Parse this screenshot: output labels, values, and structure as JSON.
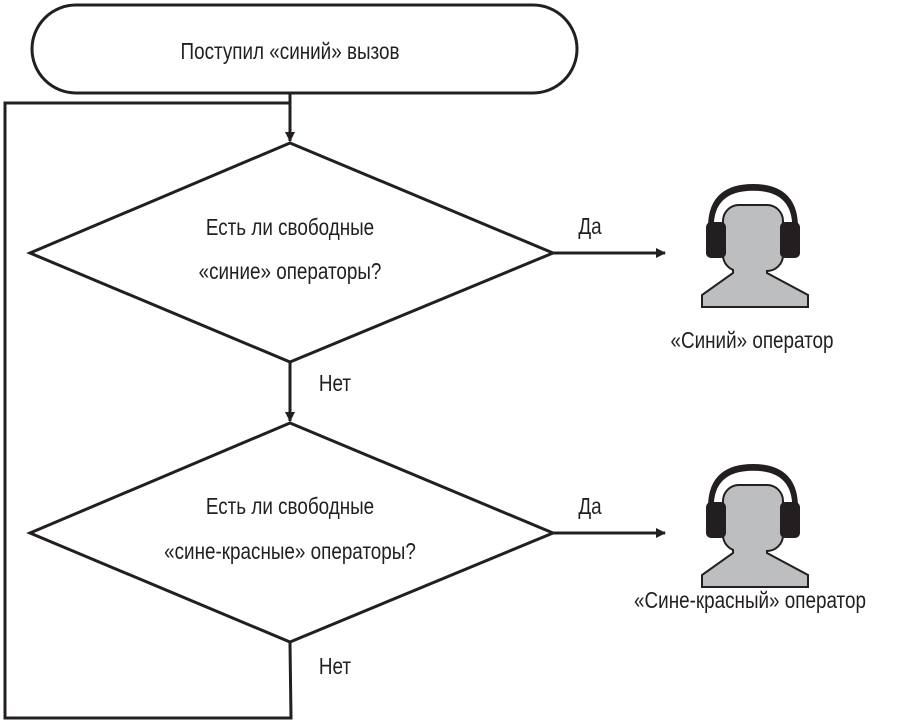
{
  "start": {
    "label": "Поступил «синий» вызов"
  },
  "decision1": {
    "line1": "Есть ли свободные",
    "line2": "«синие» операторы?",
    "yes": "Да",
    "no": "Нет"
  },
  "decision2": {
    "line1": "Есть ли свободные",
    "line2": "«сине-красные» операторы?",
    "yes": "Да",
    "no": "Нет"
  },
  "operator1": {
    "label": "«Синий» оператор",
    "icon": "operator-headset-icon"
  },
  "operator2": {
    "label": "«Сине-красный» оператор",
    "icon": "operator-headset-icon"
  },
  "colors": {
    "stroke": "#231f20",
    "person": "#bcbec0"
  }
}
